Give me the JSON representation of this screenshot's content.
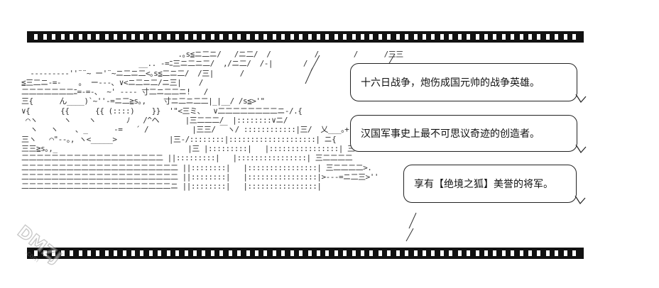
{
  "watermark_text": "DMZJ.com",
  "bubbles": [
    {
      "text": "十六日战争，炮伤成国元帅的战争英雄。"
    },
    {
      "text": "汉国军事史上最不可思议奇迹的创造者。"
    },
    {
      "text": "享有【绝境之狐】美誉的将军。"
    }
  ],
  "ascii_art": "                                    .｡s≦ニ二ニ/   /ニ二/  /          /        /      /三三\n                           __.. -=ﾆ三ニ二ニ二/  ,/ニ二/  /-|       /                 \n  -------‐‐''¨¨~ ー'¨~ニ二ニ二<｡s≦二ニ二/  /三|      /                 \n≦三二ニ-=-    ｡  ー‐--､ ∨<ニ二ニ二/ニ三|    /                  \n二二二二二二二ﾆ=-=-､  ~' ‐--‐ 寸二ニ二二ニ!   /                 \n三{      ん____)`~''‐=ニ二≧s｡,    寸ニ二ニ二二|_|__/ /s≦>'\"\n∨{       {{      {{ (::::)    }}  '\"<三ミ、  ∨二二二二二二二二ニ-/.{\n ⌒ヽ      ヽ    ヽ       ﾉ   /^ヘ      |三二二二/  |::::::::∨ニ/\n  ヽ   ヽ    ､ _      ‐=   ´ /          |三三/ ￣ヽ/ ::::::::::::|三/  乂___｡+' +'\"\n三ヽ   ⌒\"‐-｡, ヽ<_____>            |三-/::::::::|::::::::::::::::::::| ニ{\n三三≧s｡,_                              |三 |:::::::::|   |::::::::::::::::| 三二二二二\n二二二二二二二二二二二二二二二二二二二 ||:::::::::|   |::::::::::::::::| 三二二二二\n二二二二二二二二二二二二二二二二二二二二二 ||::::::::|   |::::::::::::::::| 三二二二二>.\n二二二二二二二二二二二二二二二二二二二二二 ||::::::::|   |::::::::::::::::|>‐--=ニ二三>''\n二二二二二二二二二二二二二二二二二二二二ニ ||::::::::|   |::::::::::::::::|"
}
